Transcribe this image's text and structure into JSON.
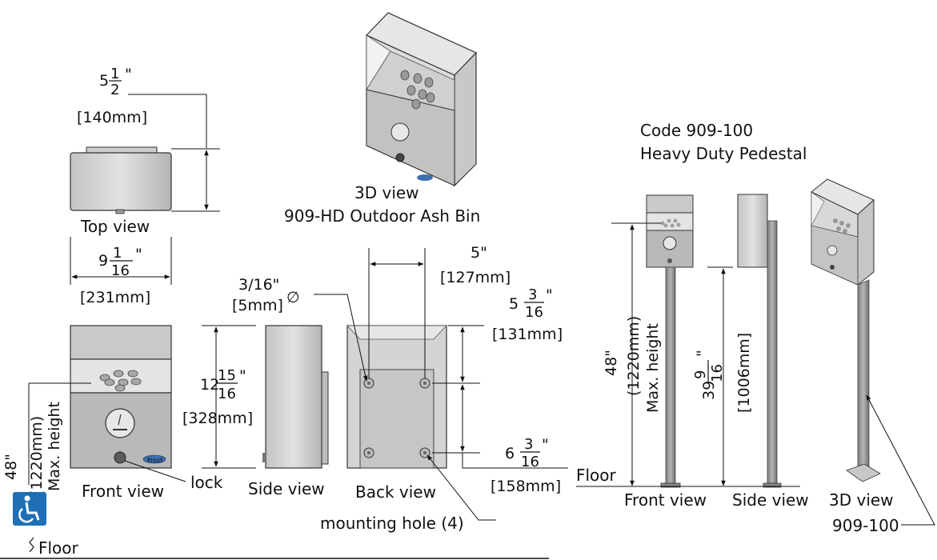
{
  "labels": {
    "top_view": "Top view",
    "front_view": "Front view",
    "side_view": "Side view",
    "back_view": "Back view",
    "view_3d": "3D view",
    "product_name": "909-HD Outdoor Ash Bin",
    "lock": "lock",
    "mounting_hole": "mounting hole (4)",
    "floor": "Floor",
    "code": "Code 909-100",
    "pedestal_name": "Heavy Duty Pedestal",
    "ped_front_view": "Front view",
    "ped_side_view": "Side view",
    "ped_3d_view": "3D view",
    "ped_code": "909-100",
    "brand_badge": "Frost"
  },
  "dimensions": {
    "top_depth": {
      "whole": "5",
      "num": "1",
      "den": "2",
      "unit": "\"",
      "metric": "[140mm]"
    },
    "top_width": {
      "whole": "9",
      "num": "1",
      "den": "16",
      "unit": "\"",
      "metric": "[231mm]"
    },
    "height": {
      "whole": "12",
      "num": "15",
      "den": "16",
      "unit": "\"",
      "metric": "[328mm]"
    },
    "hole_diameter": {
      "imperial": "3/16\"",
      "symbol": "∅",
      "metric": "[5mm]"
    },
    "hole_spacing_h": {
      "imperial": "5\"",
      "metric": "[127mm]"
    },
    "hole_top_offset": {
      "whole": "5",
      "num": "3",
      "den": "16",
      "unit": "\"",
      "metric": "[131mm]"
    },
    "hole_spacing_v": {
      "whole": "6",
      "num": "3",
      "den": "16",
      "unit": "\"",
      "metric": "[158mm]"
    },
    "max_height_left": {
      "imperial": "48\"",
      "metric": "(1220mm)",
      "caption": "Max. height"
    },
    "max_height_ped": {
      "imperial": "48\"",
      "metric": "(1220mm)",
      "caption": "Max. height"
    },
    "pedestal_height": {
      "whole": "39",
      "num": "9",
      "den": "16",
      "unit": "\"",
      "metric": "[1006mm]"
    }
  },
  "colors": {
    "line": "#111111",
    "steel_light": "#d9d9d9",
    "steel_mid": "#bdbdbd",
    "steel_dark": "#9a9a9a",
    "accessibility_blue": "#1f6fb5"
  },
  "icons": [
    "wheelchair-icon",
    "cigarette-icon"
  ]
}
